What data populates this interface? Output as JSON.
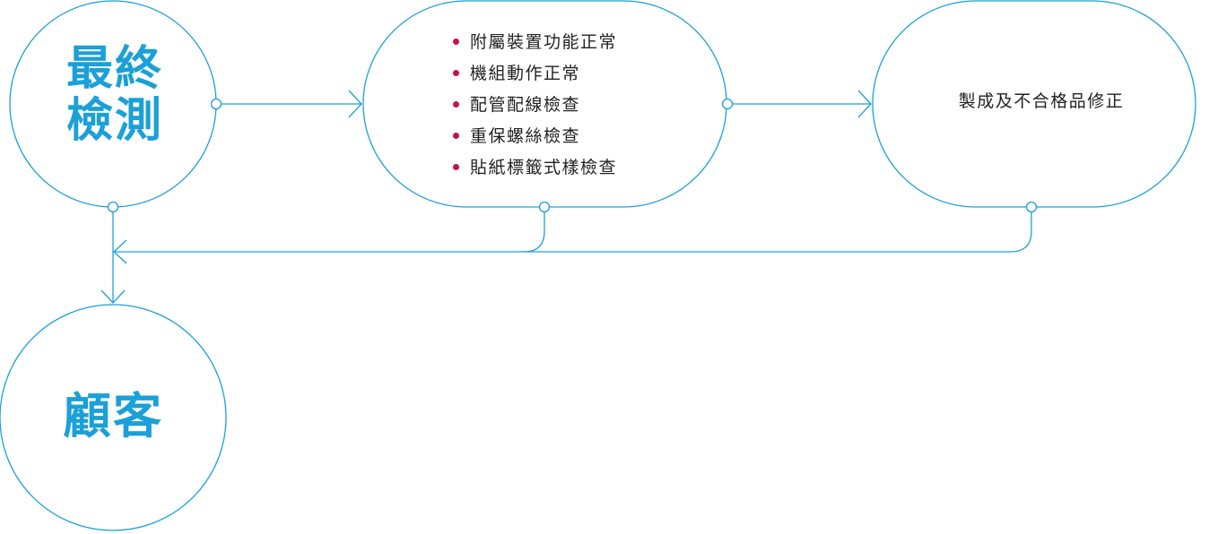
{
  "nodes": {
    "final_inspection": {
      "title": "最終\n檢測"
    },
    "checks": {
      "items": [
        "附屬裝置功能正常",
        "機組動作正常",
        "配管配線檢查",
        "重保螺絲檢查",
        "貼紙標籤式樣檢查"
      ]
    },
    "correction": {
      "label": "製成及不合格品修正"
    },
    "customer": {
      "title": "顧客"
    }
  },
  "colors": {
    "line": "#1ba0d8",
    "title_text": "#1ba0d8",
    "bullet": "#c8104f",
    "body_text": "#231f20"
  },
  "icons": {
    "connector": "hollow-circle",
    "arrowhead": "open-chevron",
    "bullet": "filled-dot"
  }
}
